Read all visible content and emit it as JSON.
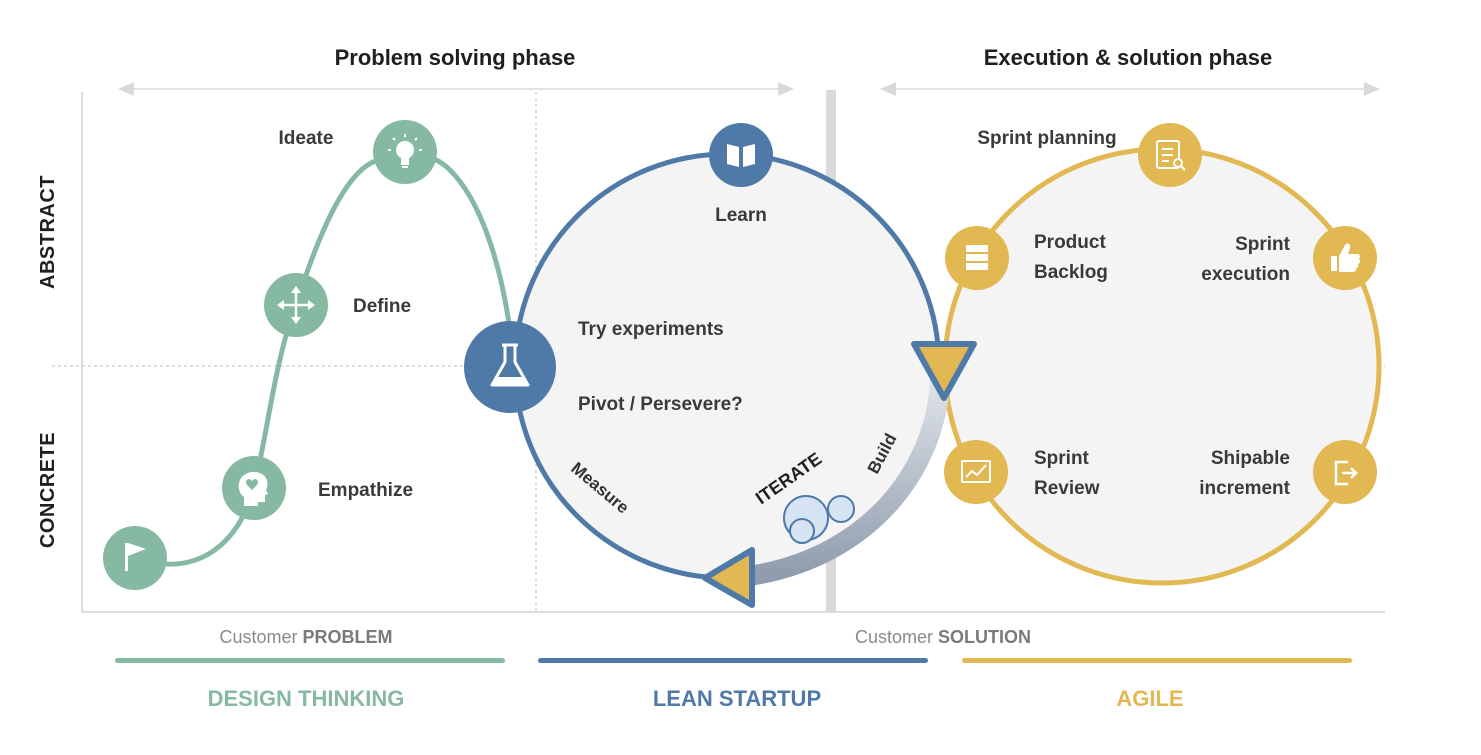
{
  "phases": {
    "problem": "Problem solving phase",
    "execution": "Execution & solution phase"
  },
  "axes": {
    "abstract": "ABSTRACT",
    "concrete": "CONCRETE"
  },
  "design_thinking": {
    "ideate": "Ideate",
    "define": "Define",
    "empathize": "Empathize"
  },
  "lean_startup": {
    "learn": "Learn",
    "try_experiments": "Try experiments",
    "pivot": "Pivot / Persevere?",
    "measure": "Measure",
    "build": "Build",
    "iterate": "ITERATE"
  },
  "agile": {
    "sprint_planning": "Sprint planning",
    "product_backlog_1": "Product",
    "product_backlog_2": "Backlog",
    "sprint_execution_1": "Sprint",
    "sprint_execution_2": "execution",
    "sprint_review_1": "Sprint",
    "sprint_review_2": "Review",
    "shipable_1": "Shipable",
    "shipable_2": "increment"
  },
  "bottom": {
    "customer_prefix_1": "Customer ",
    "customer_problem": "PROBLEM",
    "customer_prefix_2": "Customer ",
    "customer_solution": "SOLUTION"
  },
  "methods": {
    "design_thinking": "DESIGN THINKING",
    "lean_startup": "LEAN STARTUP",
    "agile": "AGILE"
  },
  "colors": {
    "design_thinking": "#86b9a2",
    "lean_startup": "#4f7aa8",
    "agile": "#e2b853",
    "gray_line": "#d9d9d9"
  },
  "icons": {
    "flag": "flag-icon",
    "heart_head": "head-heart-icon",
    "arrows": "move-arrows-icon",
    "bulb": "lightbulb-icon",
    "flask": "flask-icon",
    "book": "book-icon",
    "checklist": "checklist-search-icon",
    "backlog": "stack-icon",
    "thumb": "thumbs-up-icon",
    "chart": "chart-icon",
    "ship": "exit-arrow-icon"
  }
}
